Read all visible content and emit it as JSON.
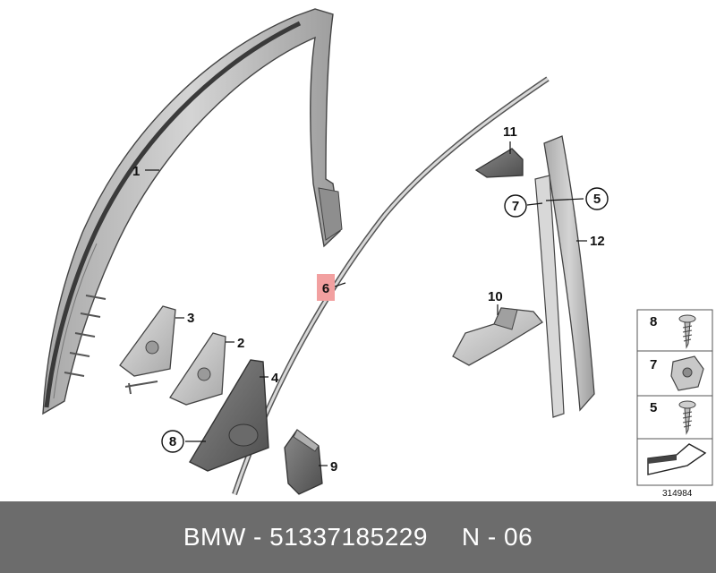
{
  "callouts": {
    "c1": "1",
    "c2": "2",
    "c3": "3",
    "c4": "4",
    "c5": "5",
    "c6": "6",
    "c7": "7",
    "c8": "8",
    "c9": "9",
    "c10": "10",
    "c11": "11",
    "c12": "12"
  },
  "legend": {
    "row8": "8",
    "row7": "7",
    "row5": "5"
  },
  "diagram_number": "314984",
  "footer": {
    "part": "BMW - 51337185229",
    "page": "N - 06"
  },
  "colors": {
    "footer_bg": "#6c6c6c",
    "callout_6_highlight": "#f2a0a0",
    "part_dark": "#5a5a5a",
    "part_light": "#c4c4c4"
  }
}
